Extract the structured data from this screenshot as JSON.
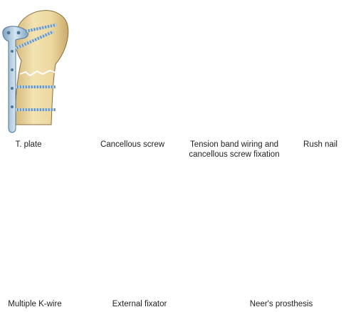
{
  "captions": {
    "t_plate": "T. plate",
    "cancellous_screw": "Cancellous screw",
    "tension_band_line1": "Tension band wiring and",
    "tension_band_line2": "cancellous screw fixation",
    "rush_nail": "Rush nail",
    "multiple_k_wire": "Multiple K-wire",
    "external_fixator": "External fixator",
    "neers_prosthesis": "Neer's prosthesis"
  },
  "colors": {
    "bone": "#ecd9a2",
    "bone_dark": "#c9a96a",
    "metal": "#a9c6dc",
    "metal_dark": "#5f86a6",
    "wire_red": "#a8221c",
    "fracture": "#ffffff",
    "outline": "#6e5a35"
  }
}
